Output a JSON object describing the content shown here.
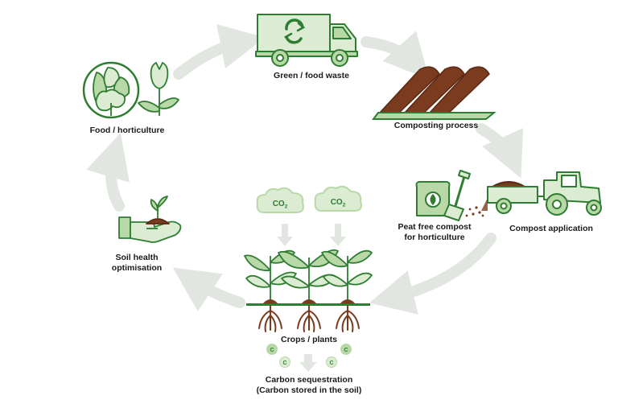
{
  "labels": {
    "green_waste": "Green / food waste",
    "composting": "Composting process",
    "peat_free_line1": "Peat free compost",
    "peat_free_line2": "for horticulture",
    "compost_application": "Compost application",
    "crops": "Crops / plants",
    "carbon_line1": "Carbon sequestration",
    "carbon_line2": "(Carbon stored in the soil)",
    "soil_line1": "Soil health",
    "soil_line2": "optimisation",
    "food": "Food / horticulture"
  },
  "co2_label": "CO2",
  "carbon_symbol": "C",
  "colors": {
    "dark_green": "#2e7d32",
    "mid_green": "#b8d8a8",
    "light_green": "#dbecd2",
    "brown": "#7a3b1e",
    "brown_dark": "#5a2a14",
    "cycle_arrow": "#e2e6e1"
  },
  "icons": [
    "recycle-icon",
    "leaf-icon",
    "spade-icon",
    "tulip-icon"
  ]
}
